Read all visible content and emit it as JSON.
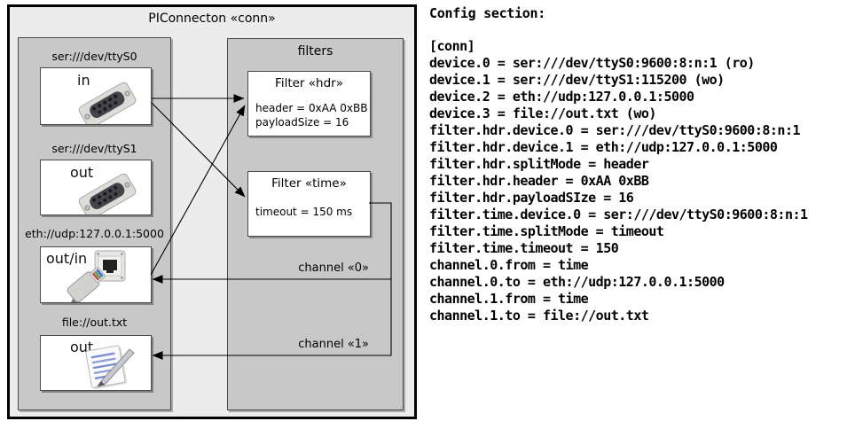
{
  "diagram": {
    "title": "PIConnecton «conn»",
    "devices_group": {
      "devices": [
        {
          "url": "ser:///dev/ttyS0",
          "direction": "in",
          "icon": "serial-port-photo"
        },
        {
          "url": "ser:///dev/ttyS1",
          "direction": "out",
          "icon": "serial-port-photo"
        },
        {
          "url": "eth://udp:127.0.0.1:5000",
          "direction": "out/in",
          "icon": "ethernet-connector-photo"
        },
        {
          "url": "file://out.txt",
          "direction": "out",
          "icon": "notepad-icon"
        }
      ]
    },
    "filters_group": {
      "label": "filters",
      "filters": [
        {
          "title": "Filter «hdr»",
          "properties": [
            "header = 0xAA 0xBB",
            "payloadSize = 16"
          ]
        },
        {
          "title": "Filter «time»",
          "properties": [
            "timeout = 150 ms"
          ]
        }
      ]
    },
    "channels": [
      {
        "label": "channel «0»"
      },
      {
        "label": "channel «1»"
      }
    ]
  },
  "config": {
    "heading": "Config section:",
    "lines": [
      "[conn]",
      "device.0 = ser:///dev/ttyS0:9600:8:n:1 (ro)",
      "device.1 = ser:///dev/ttyS1:115200 (wo)",
      "device.2 = eth://udp:127.0.0.1:5000",
      "device.3 = file://out.txt (wo)",
      "filter.hdr.device.0 = ser:///dev/ttyS0:9600:8:n:1",
      "filter.hdr.device.1 = eth://udp:127.0.0.1:5000",
      "filter.hdr.splitMode = header",
      "filter.hdr.header = 0xAA 0xBB",
      "filter.hdr.payloadSIze = 16",
      "filter.time.device.0 = ser:///dev/ttyS0:9600:8:n:1",
      "filter.time.splitMode = timeout",
      "filter.time.timeout = 150",
      "channel.0.from = time",
      "channel.0.to = eth://udp:127.0.0.1:5000",
      "channel.1.from = time",
      "channel.1.to = file://out.txt"
    ]
  },
  "colors": {
    "outer_background": "#ececec",
    "group_background": "#c8c8c8",
    "node_background": "#ffffff",
    "border": "#4a4a4a",
    "text": "#000000"
  }
}
